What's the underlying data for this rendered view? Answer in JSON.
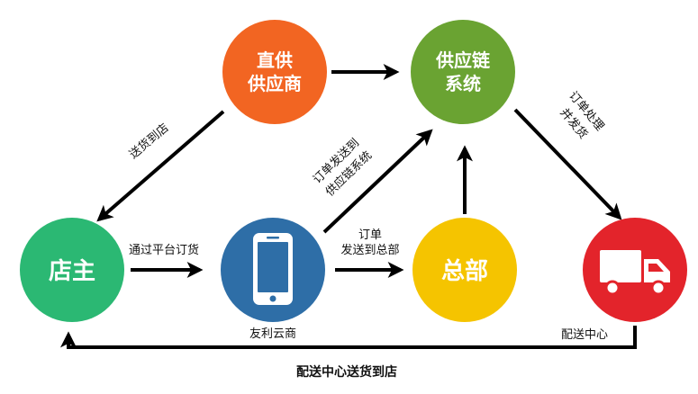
{
  "nodes": {
    "supplier": {
      "line1": "直供",
      "line2": "供应商",
      "color": "#f26522"
    },
    "supply_chain": {
      "line1": "供应链",
      "line2": "系统",
      "color": "#6aa332"
    },
    "store_owner": {
      "label": "店主",
      "color": "#2bb873"
    },
    "youli": {
      "label": "友利云商",
      "color": "#2e6ea7"
    },
    "hq": {
      "label": "总部",
      "color": "#f5c400"
    },
    "delivery": {
      "label": "配送中心",
      "color": "#e3242b"
    }
  },
  "edges": {
    "supplier_to_store": "送货到店",
    "store_to_youli": "通过平台订货",
    "youli_to_supply_l1": "订单发送到",
    "youli_to_supply_l2": "供应链系统",
    "youli_to_hq_l1": "订单",
    "youli_to_hq_l2": "发送到总部",
    "supply_to_delivery_l1": "订单处理",
    "supply_to_delivery_l2": "并发货",
    "delivery_to_store": "配送中心送货到店"
  }
}
